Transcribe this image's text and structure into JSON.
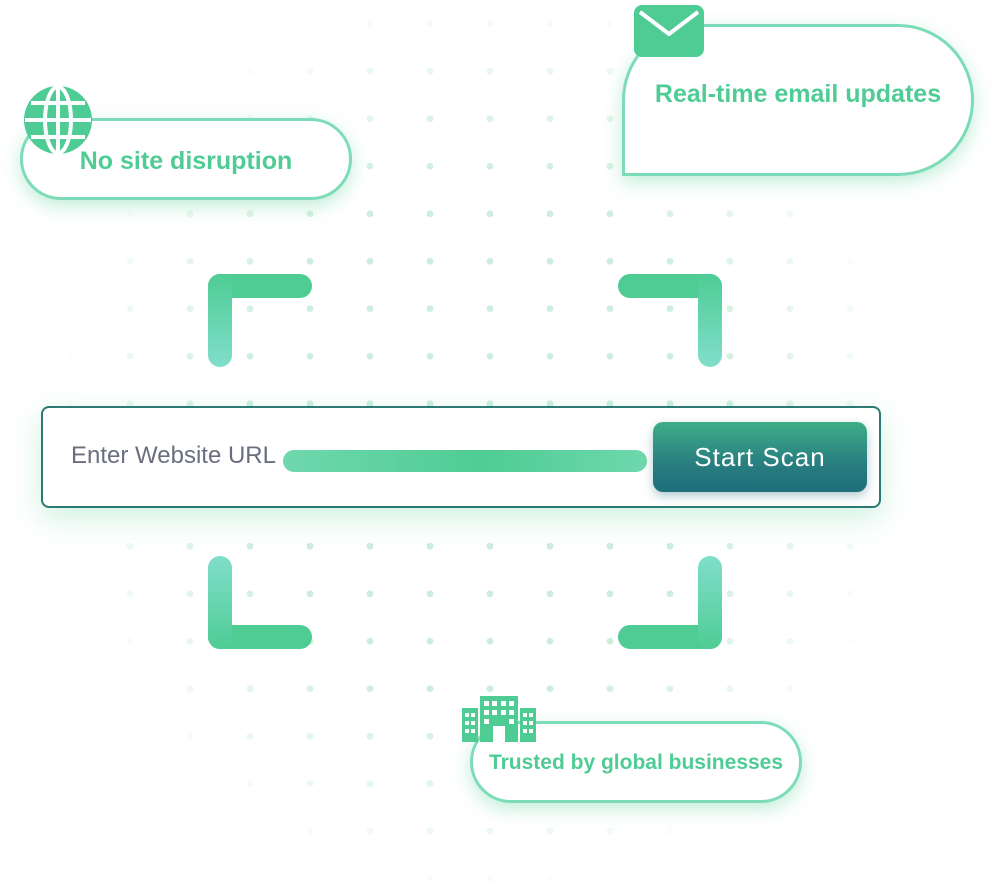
{
  "search": {
    "placeholder": "Enter Website URL",
    "button_label": "Start Scan"
  },
  "features": {
    "no_disruption": "No site disruption",
    "email_updates": "Real-time email updates",
    "trusted": "Trusted by global businesses"
  },
  "icons": {
    "globe": "globe-icon",
    "envelope": "envelope-icon",
    "building": "building-icon"
  },
  "colors": {
    "accent_green": "#4fcc94",
    "light_green": "#7cdcb8",
    "button_teal": "#287e80",
    "border_teal": "#2c7a73",
    "placeholder_gray": "#6b6e80"
  }
}
